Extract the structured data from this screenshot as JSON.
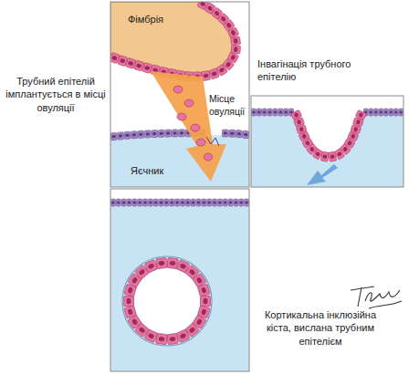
{
  "diagram": {
    "labels": [
      "Трубний епітелій імплантується в місці овуляції",
      "Фімбрія",
      "Місце овуляції",
      "Яєчник",
      "Інвагінація трубного епітелію",
      "Кортикальна інклюзійна кіста, вислана трубним епітелієм"
    ]
  }
}
